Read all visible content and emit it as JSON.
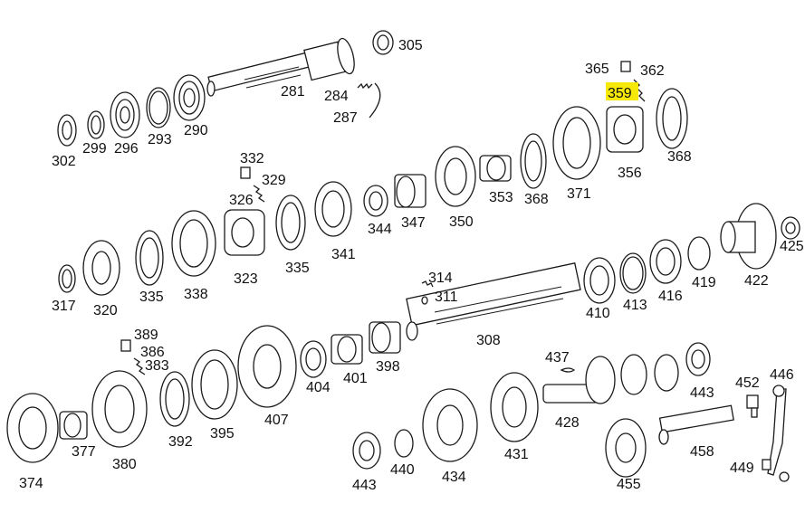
{
  "diagram": {
    "highlight_color": "#f6e90a",
    "highlighted_part": "359",
    "labels": [
      "305",
      "281",
      "284",
      "287",
      "302",
      "299",
      "296",
      "293",
      "290",
      "365",
      "362",
      "359",
      "356",
      "368",
      "332",
      "329",
      "326",
      "323",
      "317",
      "320",
      "335",
      "338",
      "335",
      "341",
      "344",
      "347",
      "350",
      "353",
      "368",
      "371",
      "425",
      "422",
      "419",
      "416",
      "413",
      "410",
      "314",
      "311",
      "308",
      "389",
      "386",
      "383",
      "374",
      "377",
      "380",
      "392",
      "395",
      "407",
      "404",
      "401",
      "398",
      "437",
      "443",
      "446",
      "452",
      "449",
      "443",
      "440",
      "434",
      "431",
      "428",
      "455",
      "458"
    ]
  }
}
